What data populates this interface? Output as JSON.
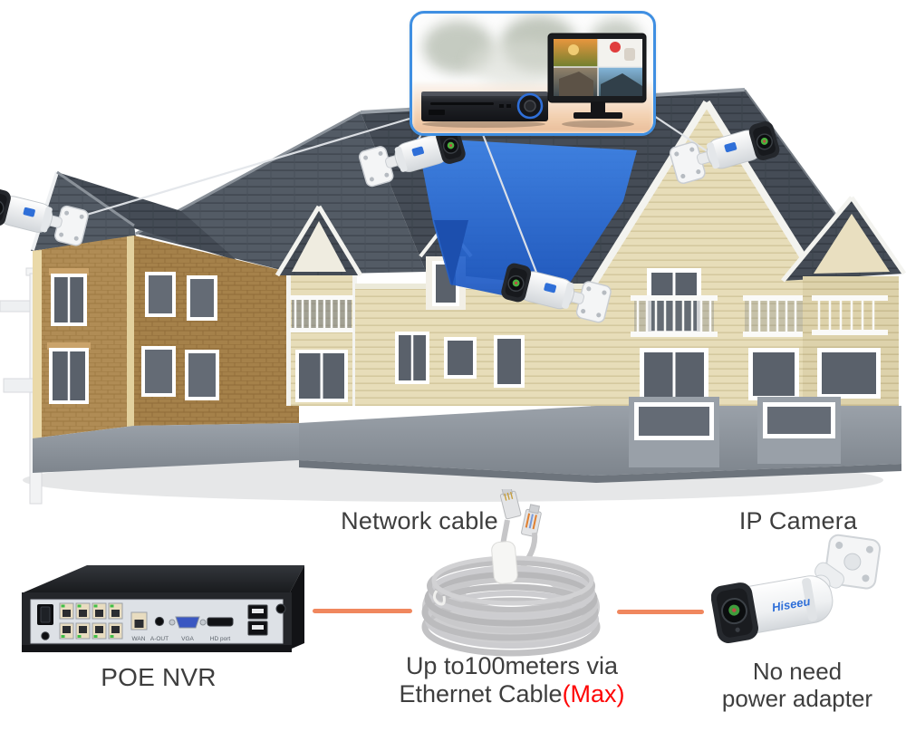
{
  "inset": {
    "border_color": "#3F8FE2"
  },
  "beam": {
    "color_top": "#3f85ea",
    "color_bottom": "#1b55c0"
  },
  "connector": {
    "color": "#F0875E"
  },
  "nvr": {
    "label": "POE NVR",
    "port_labels": {
      "wan": "WAN",
      "audio_out": "A-OUT",
      "vga": "VGA",
      "hd_port": "HD port"
    }
  },
  "cable": {
    "label": "Network cable",
    "note_line1": "Up to100meters via",
    "note_line2": "Ethernet Cable",
    "note_max": "(Max)"
  },
  "ip_camera": {
    "label": "IP Camera",
    "brand": "Hiseeu",
    "note_line1": "No need",
    "note_line2": "power adapter"
  }
}
